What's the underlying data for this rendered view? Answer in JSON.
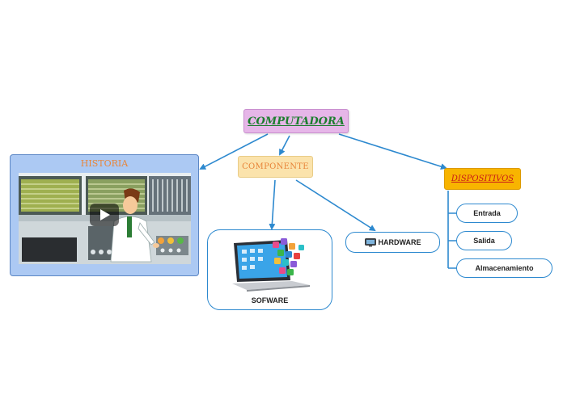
{
  "root": {
    "label": "COMPUTADORA"
  },
  "historia": {
    "title": "HISTORIA"
  },
  "componente": {
    "label": "COMPONENTE"
  },
  "dispositivos": {
    "label": "DISPOSITIVOS",
    "items": [
      "Entrada",
      "Salida",
      "Almacenamiento"
    ]
  },
  "software": {
    "label": "SOFWARE"
  },
  "hardware": {
    "label": "HARDWARE"
  },
  "colors": {
    "connector": "#2d89cf",
    "root_bg": "#e6b6e8",
    "root_text": "#1c7e2e",
    "historia_bg": "#acc9f3",
    "componente_bg": "#fbe3ac",
    "dispositivos_bg": "#f8b400",
    "dispositivos_text": "#c91818",
    "accent_orange": "#e8853a"
  }
}
